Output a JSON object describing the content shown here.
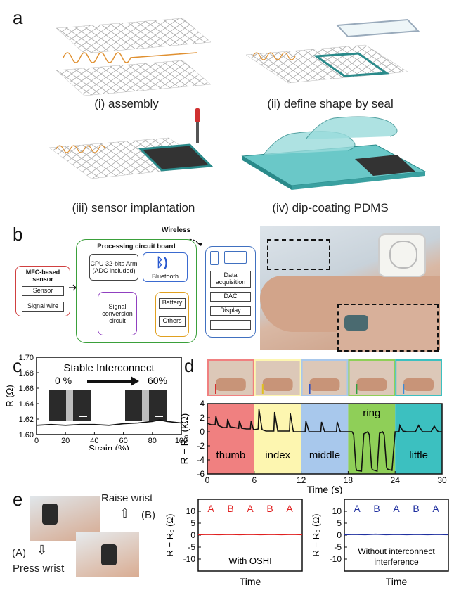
{
  "panel_a": {
    "label": "a",
    "captions": [
      "(i) assembly",
      "(ii) define shape by seal",
      "(iii) sensor implantation",
      "(iv) dip-coating PDMS"
    ]
  },
  "panel_b": {
    "label": "b",
    "wireless": "Wireless",
    "sensor_box": {
      "title": "MFC-based sensor",
      "items": [
        "Sensor",
        "Signal wire"
      ]
    },
    "board": {
      "title": "Processing circuit board",
      "cpu": "CPU 32-bits Arm (ADC included)",
      "bluetooth": "Bluetooth",
      "conversion": "Signal conversion circuit",
      "battery": "Battery",
      "others": "Others"
    },
    "device": {
      "items": [
        "Data acquisition",
        "DAC",
        "Display",
        "..."
      ]
    }
  },
  "panel_c": {
    "label": "c",
    "chart_data": {
      "type": "line",
      "title": "Stable Interconnect",
      "annotation_left": "0 %",
      "annotation_right": "60%",
      "xlabel": "Strain (%)",
      "ylabel": "R (Ω)",
      "xlim": [
        0,
        100
      ],
      "ylim": [
        1.6,
        1.7
      ],
      "xticks": [
        0,
        20,
        40,
        60,
        80,
        100
      ],
      "yticks": [
        1.6,
        1.62,
        1.64,
        1.66,
        1.68,
        1.7
      ],
      "ytick_labels": [
        "1.60",
        "1.62",
        "1.64",
        "1.66",
        "1.68",
        "1.70"
      ],
      "x": [
        0,
        10,
        20,
        30,
        40,
        50,
        60,
        70,
        80,
        85,
        90,
        95,
        100
      ],
      "y": [
        1.612,
        1.613,
        1.612,
        1.613,
        1.613,
        1.612,
        1.614,
        1.615,
        1.617,
        1.619,
        1.617,
        1.616,
        1.615
      ],
      "color": "#111111"
    }
  },
  "panel_d": {
    "label": "d",
    "chart_data": {
      "type": "line",
      "xlabel": "Time (s)",
      "ylabel": "R − R₀ (kΩ)",
      "xlim": [
        0,
        30
      ],
      "ylim": [
        -6,
        4
      ],
      "xticks": [
        0,
        6,
        12,
        18,
        24,
        30
      ],
      "yticks": [
        -6,
        -4,
        -2,
        0,
        2,
        4
      ],
      "bands": [
        {
          "label": "thumb",
          "from": 0,
          "to": 6,
          "color": "#f08080"
        },
        {
          "label": "index",
          "from": 6,
          "to": 12,
          "color": "#fdf6b0"
        },
        {
          "label": "middle",
          "from": 12,
          "to": 18,
          "color": "#a8c8ec"
        },
        {
          "label": "ring",
          "from": 18,
          "to": 24,
          "color": "#8fcf58"
        },
        {
          "label": "little",
          "from": 24,
          "to": 30,
          "color": "#3cc0c0"
        }
      ],
      "arrow_colors": [
        "#d63030",
        "#e0c020",
        "#3050c0",
        "#30a040",
        "#3a8ad8"
      ],
      "x": [
        0,
        0.5,
        1,
        1.1,
        1.4,
        2,
        2.5,
        2.6,
        2.9,
        3.5,
        4,
        4.1,
        4.4,
        5,
        5.5,
        5.6,
        5.9,
        6,
        6.5,
        6.6,
        7,
        7.5,
        8,
        8.5,
        8.6,
        9,
        9.5,
        10,
        10.5,
        10.6,
        11,
        11.5,
        12,
        12.5,
        12.6,
        13,
        13.5,
        14,
        14.5,
        14.6,
        15,
        15.5,
        16,
        16.5,
        16.6,
        17,
        17.5,
        18,
        18.5,
        18.7,
        19,
        19.1,
        19.7,
        20,
        20.5,
        20.7,
        21,
        21.1,
        21.7,
        22,
        22.4,
        22.6,
        22.9,
        23,
        23.6,
        24,
        24.5,
        24.6,
        25,
        25.5,
        26,
        26.5,
        26.6,
        27,
        27.5,
        28,
        28.5,
        28.6,
        29,
        29.5,
        30
      ],
      "y": [
        1.2,
        1.0,
        1.0,
        2.2,
        0.9,
        0.6,
        0.6,
        1.8,
        0.7,
        0.6,
        0.5,
        1.6,
        0.5,
        0.4,
        0.4,
        1.5,
        0.3,
        0.3,
        0.4,
        3.2,
        0.3,
        0.1,
        0.1,
        0.1,
        2.8,
        0.1,
        0.1,
        0.1,
        0.1,
        2.6,
        0.0,
        0.0,
        0.0,
        0.0,
        1.5,
        0.0,
        0.0,
        0.0,
        0.0,
        1.4,
        0.0,
        0.0,
        0.0,
        0.0,
        1.4,
        0.0,
        0.0,
        0.0,
        0.0,
        -0.4,
        -5.2,
        -5.5,
        -5.6,
        -0.3,
        0.0,
        -0.4,
        -5.1,
        -5.4,
        -5.6,
        -0.2,
        0.0,
        -0.4,
        -5.0,
        -5.3,
        -5.5,
        0.0,
        0.0,
        0.9,
        0.1,
        0.0,
        0.0,
        0.0,
        0.0,
        0.9,
        0.0,
        0.0,
        0.0,
        0.0,
        0.8,
        0.0,
        0.0
      ]
    }
  },
  "panel_e": {
    "label": "e",
    "raise": "Raise wrist",
    "raise_tag": "(B)",
    "press_tag": "(A)",
    "press": "Press wrist",
    "chart1": {
      "chart_data": {
        "type": "line",
        "xlabel": "Time",
        "ylabel": "R − R₀ (Ω)",
        "ylim": [
          -15,
          15
        ],
        "yticks": [
          -15,
          -10,
          -5,
          0,
          5,
          10,
          15
        ],
        "letters": [
          "A",
          "B",
          "A",
          "B",
          "A"
        ],
        "annotation": "With OSHI",
        "color": "#e02020",
        "x": [
          0,
          1,
          2,
          3,
          4,
          5,
          6,
          7,
          8,
          9,
          10
        ],
        "y": [
          0.2,
          0.3,
          0.2,
          0.3,
          0.2,
          0.3,
          0.2,
          0.3,
          0.2,
          0.3,
          0.2
        ]
      }
    },
    "chart2": {
      "chart_data": {
        "type": "line",
        "xlabel": "Time",
        "ylabel": "R − R₀ (Ω)",
        "ylim": [
          -15,
          15
        ],
        "yticks": [
          -15,
          -10,
          -5,
          0,
          5,
          10,
          15
        ],
        "letters": [
          "A",
          "B",
          "A",
          "B",
          "A"
        ],
        "annotation": "Without interconnect interference",
        "color": "#2030a0",
        "x": [
          0,
          1,
          2,
          3,
          4,
          5,
          6,
          7,
          8,
          9,
          10
        ],
        "y": [
          0.2,
          0.3,
          0.2,
          0.4,
          0.2,
          0.3,
          0.2,
          0.3,
          0.2,
          0.3,
          0.2
        ]
      }
    }
  }
}
